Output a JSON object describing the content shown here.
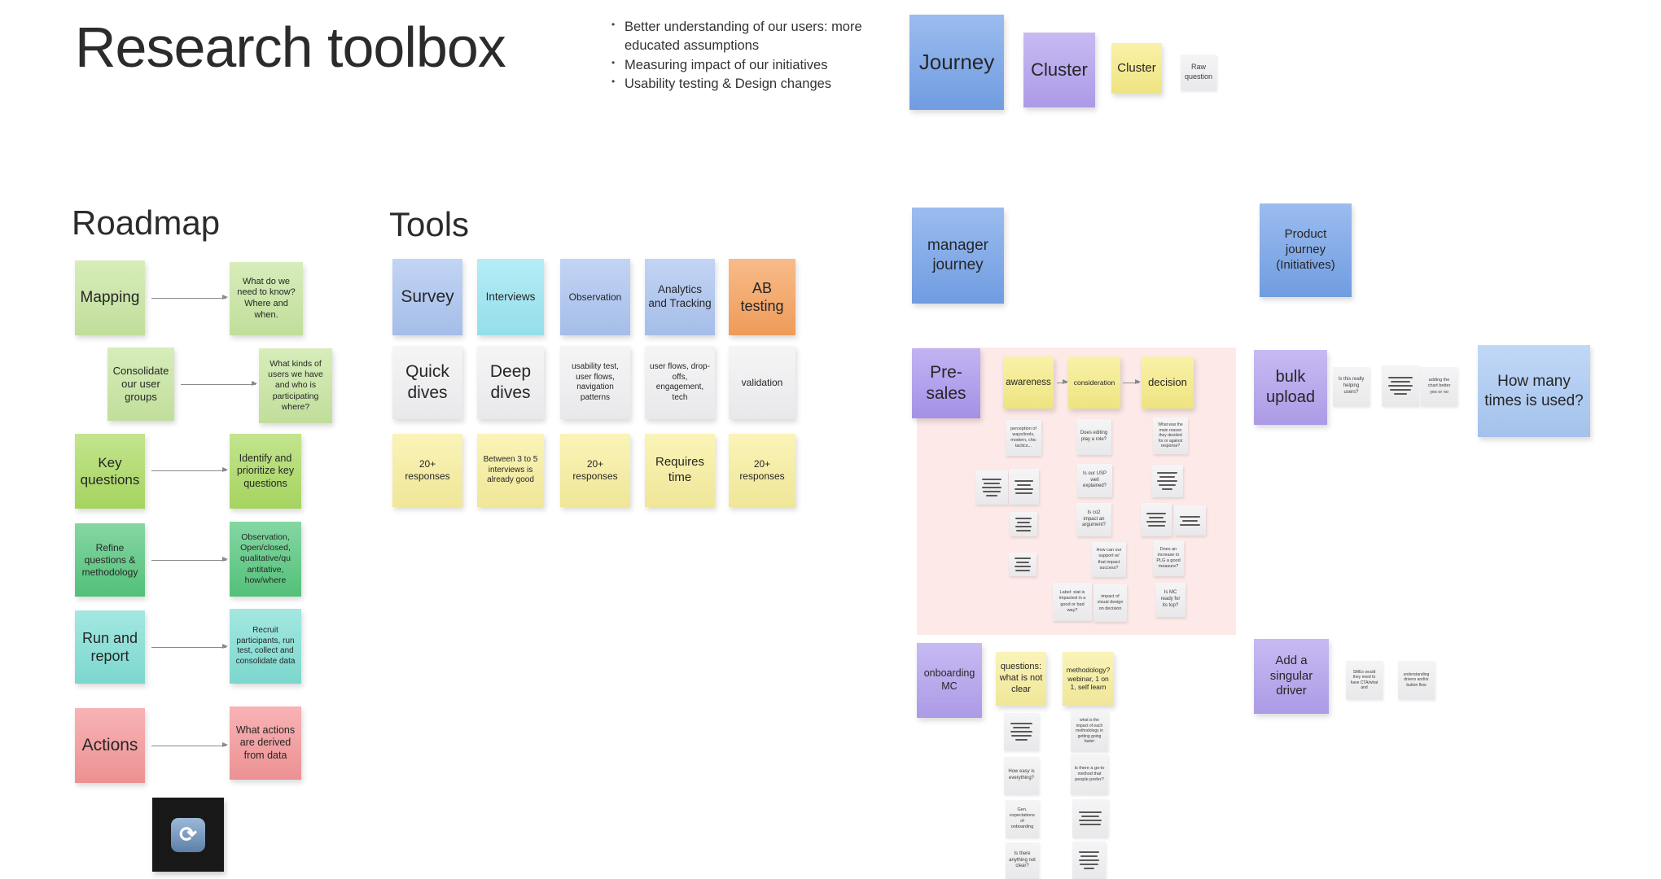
{
  "board": {
    "title": "Research toolbox"
  },
  "intro_bullets": [
    "Better understanding of our users: more educated assumptions",
    "Measuring impact of our initiatives",
    "Usability testing & Design changes"
  ],
  "legend": {
    "journey": "Journey",
    "cluster_purple": "Cluster",
    "cluster_yellow": "Cluster",
    "raw_question": "Raw question"
  },
  "roadmap": {
    "heading": "Roadmap",
    "steps": [
      {
        "left": "Mapping",
        "right": "What do we need to know? Where and when."
      },
      {
        "left": "Consolidate our user groups",
        "right": "What kinds of users we have and who is participating where?"
      },
      {
        "left": "Key questions",
        "right": "Identify and prioritize key questions"
      },
      {
        "left": "Refine questions & methodology",
        "right": "Observation, Open/closed, qualitative/qu antitative, how/where"
      },
      {
        "left": "Run and report",
        "right": "Recruit participants, run test, collect and consolidate data"
      },
      {
        "left": "Actions",
        "right": "What actions are derived from data"
      }
    ]
  },
  "tools": {
    "heading": "Tools",
    "columns": [
      {
        "name": "Survey",
        "note": "Quick dives",
        "caveat": "20+ responses"
      },
      {
        "name": "Interviews",
        "note": "Deep dives",
        "caveat": "Between 3 to 5 interviews is already good"
      },
      {
        "name": "Observation",
        "note": "usability test, user flows, navigation patterns",
        "caveat": "20+ responses"
      },
      {
        "name": "Analytics and Tracking",
        "note": "user flows, drop-offs, engagement, tech",
        "caveat": "Requires time"
      },
      {
        "name": "AB testing",
        "note": "validation",
        "caveat": "20+ responses"
      }
    ]
  },
  "journeys": {
    "manager": "manager journey",
    "product": "Product journey (Initiatives)",
    "how_many": "How many times is used?"
  },
  "presales": {
    "label": "Pre-sales",
    "stages": [
      "awareness",
      "consideration",
      "decision"
    ],
    "notes": {
      "a1": "perception of ways/tools, modern, chic tactics...",
      "b1": "Does editing play a role?",
      "b2": "Is our USP well explained?",
      "b3": "Is co2 impact an argument?",
      "b4": "How can our support w/ that impact success?",
      "b5": "Label: stat is impacted in a good or bad way?",
      "b6": "impact of visual design on decision",
      "c1": "What was the main reason they decided for or against response?",
      "c4": "Does an increase in PLG a good measure?",
      "c5": "Is MC ready for its top?"
    }
  },
  "bulk_upload": {
    "label": "bulk upload",
    "notes": {
      "n1": "Is this really helping users?",
      "n3": "adding the chart better yes or no"
    }
  },
  "onboarding": {
    "label": "onboarding MC",
    "cluster_questions": "questions: what is not clear",
    "cluster_methodology": "methodology? webinar, 1 on 1, self learn",
    "notes": {
      "l2": "How easy is everything?",
      "l3": "Gen. expectations of onboarding",
      "l4": "Is there anything not clear?",
      "r1": "what is the impact of each methodology in getting going faster",
      "r2": "Is there a go-to method that people prefer?"
    }
  },
  "singular_driver": {
    "label": "Add a singular driver",
    "notes": {
      "n1": "SMEs would they need to have CTA/what and",
      "n2": "understanding drivers and/or button flow"
    }
  },
  "icons": {
    "repeat": "⟳"
  },
  "colors": {
    "blue": "#74a2e9",
    "blue_light": "#a9c9f4",
    "purple": "#b2a0ee",
    "purple_deep": "#aa96ee",
    "yellow": "#f8ef9d",
    "yellow_flow": "#f7ec86",
    "green_light": "#c8e6a0",
    "green_yellow": "#abdb63",
    "green": "#56c77e",
    "teal": "#80dfd5",
    "red": "#f59698",
    "periwinkle": "#abc4f1",
    "cyan": "#99e6f3",
    "orange": "#f6a15c",
    "white_note": "#f1f1f3",
    "pink_zone": "#fce9e8"
  }
}
